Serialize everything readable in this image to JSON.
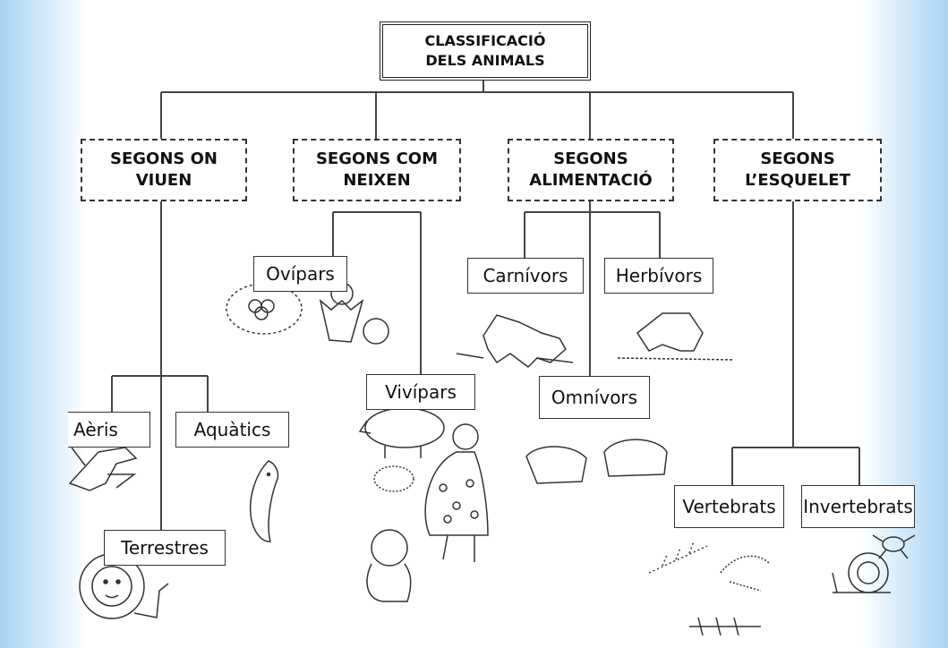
{
  "title": {
    "line1": "CLASSIFICACIÓ",
    "line2": "DELS ANIMALS"
  },
  "categories": {
    "habitat": {
      "line1": "SEGONS ON",
      "line2": "VIUEN"
    },
    "birth": {
      "line1": "SEGONS COM",
      "line2": "NEIXEN"
    },
    "diet": {
      "line1": "SEGONS",
      "line2": "ALIMENTACIÓ"
    },
    "skeleton": {
      "line1": "SEGONS",
      "line2": "L’ESQUELET"
    }
  },
  "leaves": {
    "aeris": "Aèris",
    "aquatics": "Aquàtics",
    "terrestres": "Terrestres",
    "ovipars": "Ovípars",
    "vivipars": "Vivípars",
    "carnivors": "Carnívors",
    "herbivors": "Herbívors",
    "omnivors": "Omnívors",
    "vertebrats": "Vertebrats",
    "invertebrats": "Invertebrats"
  },
  "colors": {
    "line": "#444444",
    "sidebar": "#a9d4f2",
    "sketch": "#333333"
  },
  "illustrations": [
    "bird-icon",
    "dolphin-icon",
    "lion-icon",
    "nest-eggs-icon",
    "chick-hatching-icon",
    "pig-icon",
    "hedgehog-icon",
    "pregnant-woman-icon",
    "baby-icon",
    "wolf-icon",
    "deer-icon",
    "bear-icon",
    "fish-skeleton-icon",
    "snail-icon",
    "crab-icon"
  ]
}
